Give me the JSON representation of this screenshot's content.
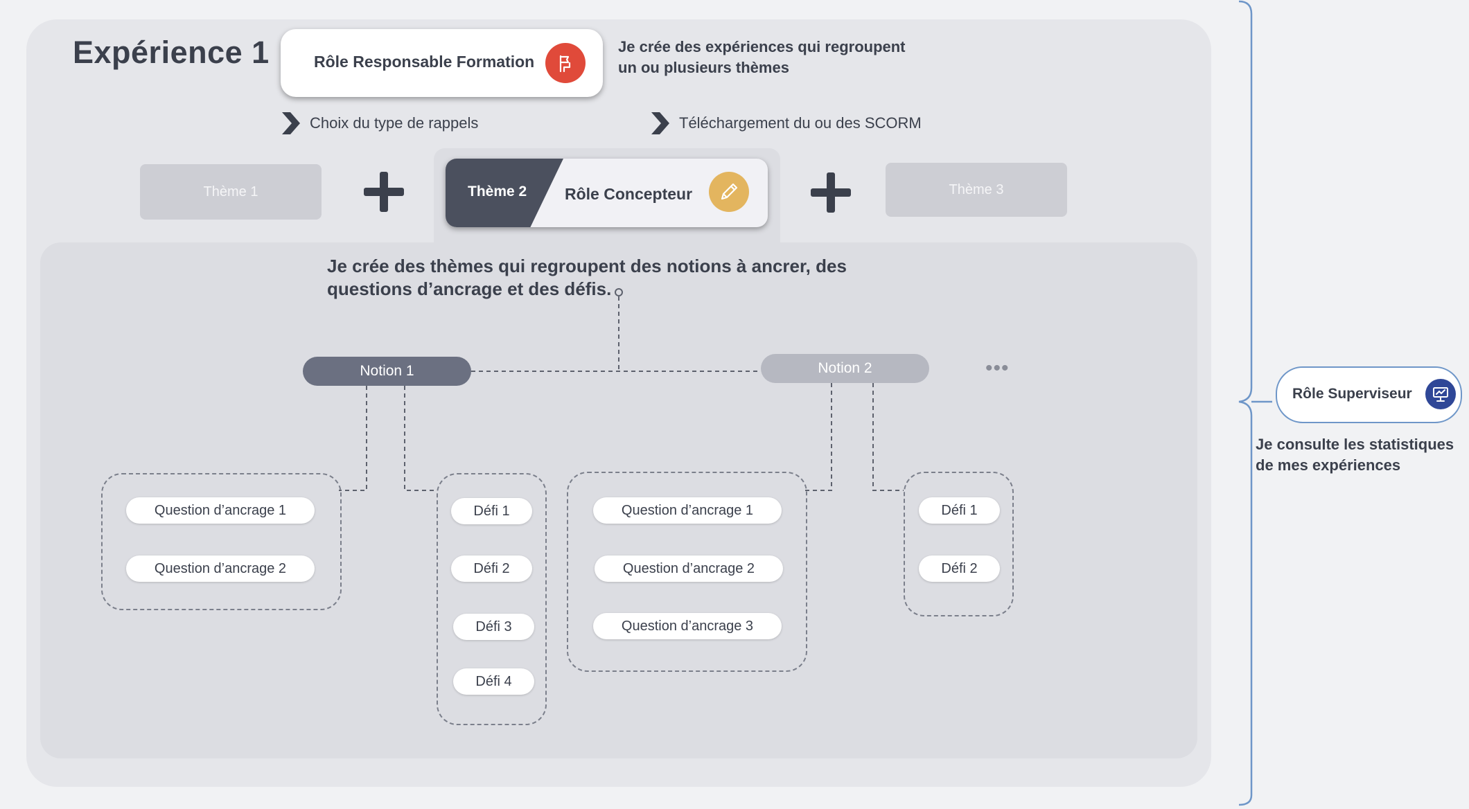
{
  "experience": {
    "title": "Expérience 1"
  },
  "responsable": {
    "label": "Rôle Responsable Formation",
    "icon": "flag-icon",
    "color": "#e04a3a",
    "description_line1": "Je crée des expériences qui regroupent",
    "description_line2": "un ou plusieurs thèmes"
  },
  "steps": [
    {
      "label": "Choix du type de rappels"
    },
    {
      "label": "Téléchargement du ou des SCORM"
    }
  ],
  "themes": [
    {
      "label": "Thème 1"
    },
    {
      "label": "Thème 2"
    },
    {
      "label": "Thème 3"
    }
  ],
  "concepteur": {
    "label": "Rôle Concepteur",
    "icon": "pencil-icon",
    "color": "#e3b55f",
    "description_line1": "Je crée des thèmes qui regroupent des notions à ancrer, des",
    "description_line2": "questions d’ancrage et des défis."
  },
  "notions": [
    {
      "label": "Notion 1",
      "questions": [
        "Question d’ancrage 1",
        "Question d’ancrage 2"
      ],
      "defis": [
        "Défi 1",
        "Défi 2",
        "Défi 3",
        "Défi 4"
      ]
    },
    {
      "label": "Notion 2",
      "questions": [
        "Question d’ancrage 1",
        "Question d’ancrage 2",
        "Question d’ancrage 3"
      ],
      "defis": [
        "Défi 1",
        "Défi 2"
      ]
    }
  ],
  "more_indicator": "•••",
  "superviseur": {
    "label": "Rôle Superviseur",
    "icon": "monitor-presentation-icon",
    "color": "#2f4797",
    "description_line1": "Je consulte les statistiques",
    "description_line2": "de mes expériences"
  }
}
